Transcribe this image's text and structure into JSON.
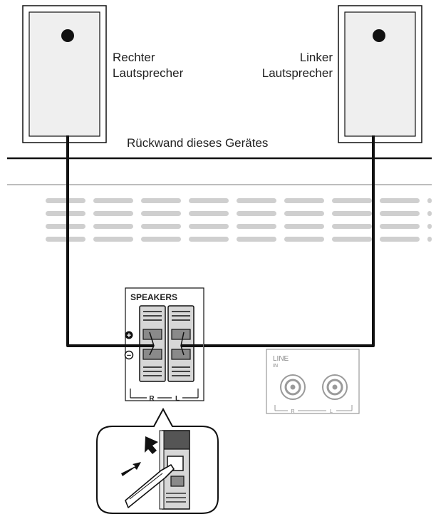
{
  "speakers": {
    "right_label_line1": "Rechter",
    "right_label_line2": "Lautsprecher",
    "left_label_line1": "Linker",
    "left_label_line2": "Lautsprecher"
  },
  "rear_panel_label": "Rückwand dieses Gerätes",
  "terminal": {
    "title": "SPEAKERS",
    "plus": "+",
    "minus": "−",
    "channel_r": "R",
    "channel_l": "L"
  },
  "line_in": {
    "title": "LINE",
    "sub": "IN",
    "channel_r": "R",
    "channel_l": "L"
  },
  "colors": {
    "line": "#111111",
    "panel_gray": "#cfcfcf",
    "speaker_fill": "#efefef",
    "light_gray": "#9a9a9a"
  }
}
